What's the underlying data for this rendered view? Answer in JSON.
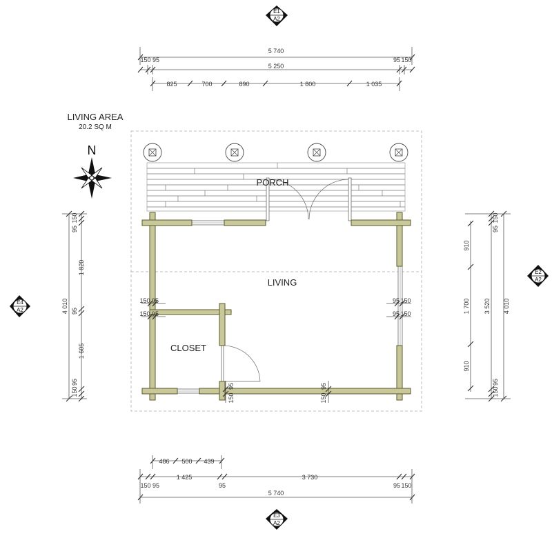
{
  "title": {
    "name": "LIVING AREA",
    "area": "20.2 SQ M"
  },
  "north": "N",
  "rooms": {
    "porch": "PORCH",
    "living": "LIVING",
    "closet": "CLOSET"
  },
  "markers": {
    "e1": {
      "top": "E1",
      "bottom": "A2"
    },
    "e2": {
      "top": "E2",
      "bottom": "A2"
    },
    "e3": {
      "top": "E3",
      "bottom": "A2"
    },
    "e4": {
      "top": "E4",
      "bottom": "A2"
    }
  },
  "dims_top": {
    "overall": "5 740",
    "t150a": "150",
    "t95a": "95",
    "inner": "5 250",
    "t95b": "95",
    "t150b": "150",
    "s1": "825",
    "s2": "700",
    "s3": "890",
    "s4": "1 800",
    "s5": "1 035"
  },
  "dims_bottom": {
    "b486": "486",
    "b500": "500",
    "b439": "439",
    "b1425": "1 425",
    "b3730": "3 730",
    "b150a": "150",
    "b95a": "95",
    "b95m": "95",
    "b95b": "95",
    "b150b": "150",
    "overall": "5 740"
  },
  "dims_left": {
    "overall": "4 010",
    "l95top": "95",
    "l150top": "150",
    "l1820": "1 820",
    "l95mid": "95",
    "l1605": "1 605",
    "l150bot": "150",
    "l95bot": "95"
  },
  "dims_right": {
    "overall": "4 010",
    "r3520": "3 520",
    "r910a": "910",
    "r1700": "1 700",
    "r910b": "910",
    "r95top": "95",
    "r150top": "150",
    "r150bot": "150",
    "r95bot": "95"
  },
  "dims_interior": {
    "il1a": "150",
    "il1b": "95",
    "il2a": "150",
    "il2b": "95",
    "ir1a": "95",
    "ir1b": "150",
    "ir2a": "95",
    "ir2b": "150",
    "ib1a": "150",
    "ib1b": "95",
    "ib2a": "150",
    "ib2b": "95"
  }
}
